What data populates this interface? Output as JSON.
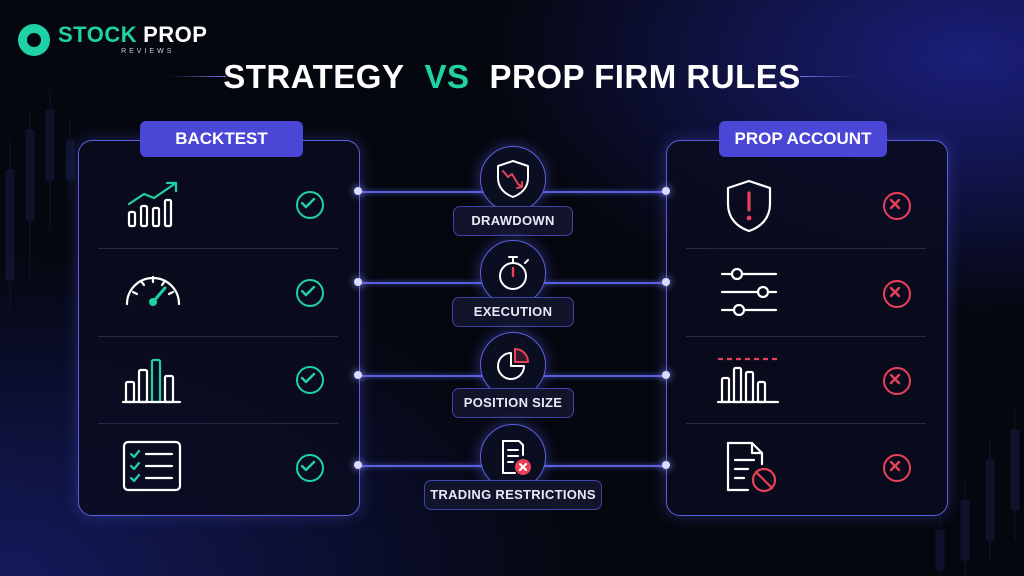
{
  "logo": {
    "stock": "STOCK",
    "prop": "PROP",
    "sub": "REVIEWS"
  },
  "title": {
    "left": "STRATEGY",
    "vs": "VS",
    "right": "PROP FIRM RULES"
  },
  "left_panel": {
    "header": "BACKTEST",
    "rows": [
      {
        "icon": "growth-chart-icon",
        "status": "check-icon"
      },
      {
        "icon": "speedometer-icon",
        "status": "check-icon"
      },
      {
        "icon": "bar-chart-icon",
        "status": "check-icon"
      },
      {
        "icon": "checklist-icon",
        "status": "check-icon"
      }
    ]
  },
  "right_panel": {
    "header": "PROP ACCOUNT",
    "rows": [
      {
        "icon": "shield-alert-icon",
        "status": "x-icon"
      },
      {
        "icon": "sliders-icon",
        "status": "x-icon"
      },
      {
        "icon": "capped-bar-chart-icon",
        "status": "x-icon"
      },
      {
        "icon": "document-blocked-icon",
        "status": "x-icon"
      }
    ]
  },
  "rules": [
    {
      "label": "DRAWDOWN",
      "icon": "shield-drawdown-icon"
    },
    {
      "label": "EXECUTION",
      "icon": "stopwatch-icon"
    },
    {
      "label": "POSITION SIZE",
      "icon": "pie-chart-icon"
    },
    {
      "label": "TRADING RESTRICTIONS",
      "icon": "document-x-icon"
    }
  ],
  "colors": {
    "accent": "#1fd2a6",
    "brand": "#4a46d6",
    "error": "#e8415a",
    "border": "#5a5fe0"
  }
}
